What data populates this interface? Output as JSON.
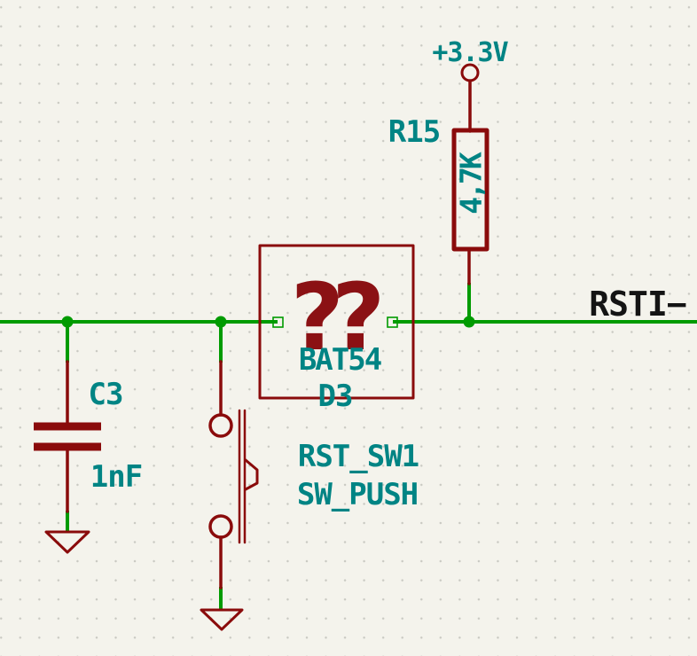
{
  "schematic": {
    "power_rail": {
      "label": "+3.3V"
    },
    "resistor": {
      "reference": "R15",
      "value": "4,7K"
    },
    "diode": {
      "reference": "D3",
      "value": "BAT54",
      "missing_marker": "??"
    },
    "capacitor": {
      "reference": "C3",
      "value": "1nF"
    },
    "switch": {
      "reference": "RST_SW1",
      "value": "SW_PUSH"
    },
    "net_label": "RSTI−"
  },
  "colors": {
    "bg": "#f4f3ec",
    "grid": "#c9c9c2",
    "wire": "#009b00",
    "device": "#8a0b0b",
    "field": "#008484",
    "label": "#141414",
    "missing": "#8b1114"
  }
}
